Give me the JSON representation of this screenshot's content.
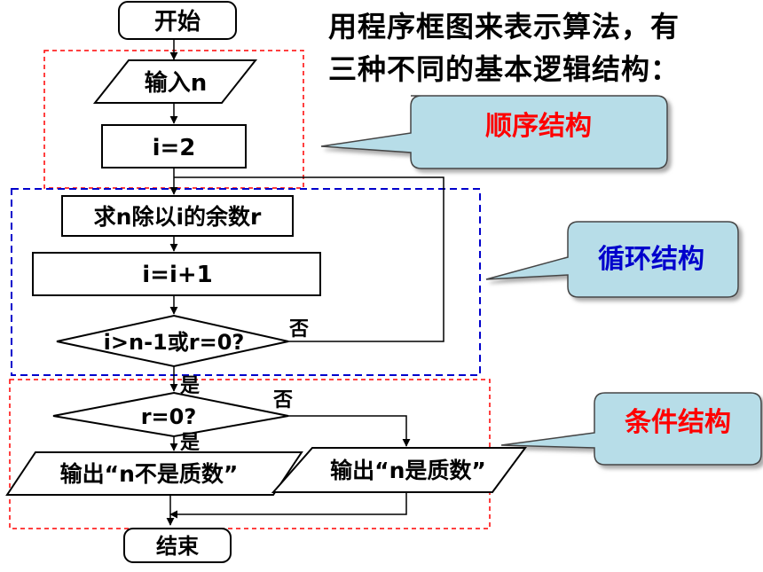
{
  "heading": {
    "line1": "用程序框图来表示算法，有",
    "line2": "三种不同的基本逻辑结构："
  },
  "flowchart": {
    "start": "开始",
    "input": "输入n",
    "assign_i": "i=2",
    "remainder": "求n除以i的余数r",
    "increment": "i=i+1",
    "loop_condition": "i>n-1或r=0?",
    "loop_no": "否",
    "loop_yes": "是",
    "prime_condition": "r=0?",
    "prime_no": "否",
    "prime_yes": "是",
    "output_not_prime": "输出“n不是质数”",
    "output_prime": "输出“n是质数”",
    "end": "结束"
  },
  "callouts": {
    "sequence": "顺序结构",
    "loop": "循环结构",
    "condition": "条件结构"
  },
  "colors": {
    "sequence": "#ff0000",
    "loop": "#0000cc",
    "condition": "#ff0000",
    "callout_fill": "#b7dde8",
    "sequence_box": "#ff0000",
    "loop_box": "#0000cc",
    "condition_box": "#ff0000"
  }
}
